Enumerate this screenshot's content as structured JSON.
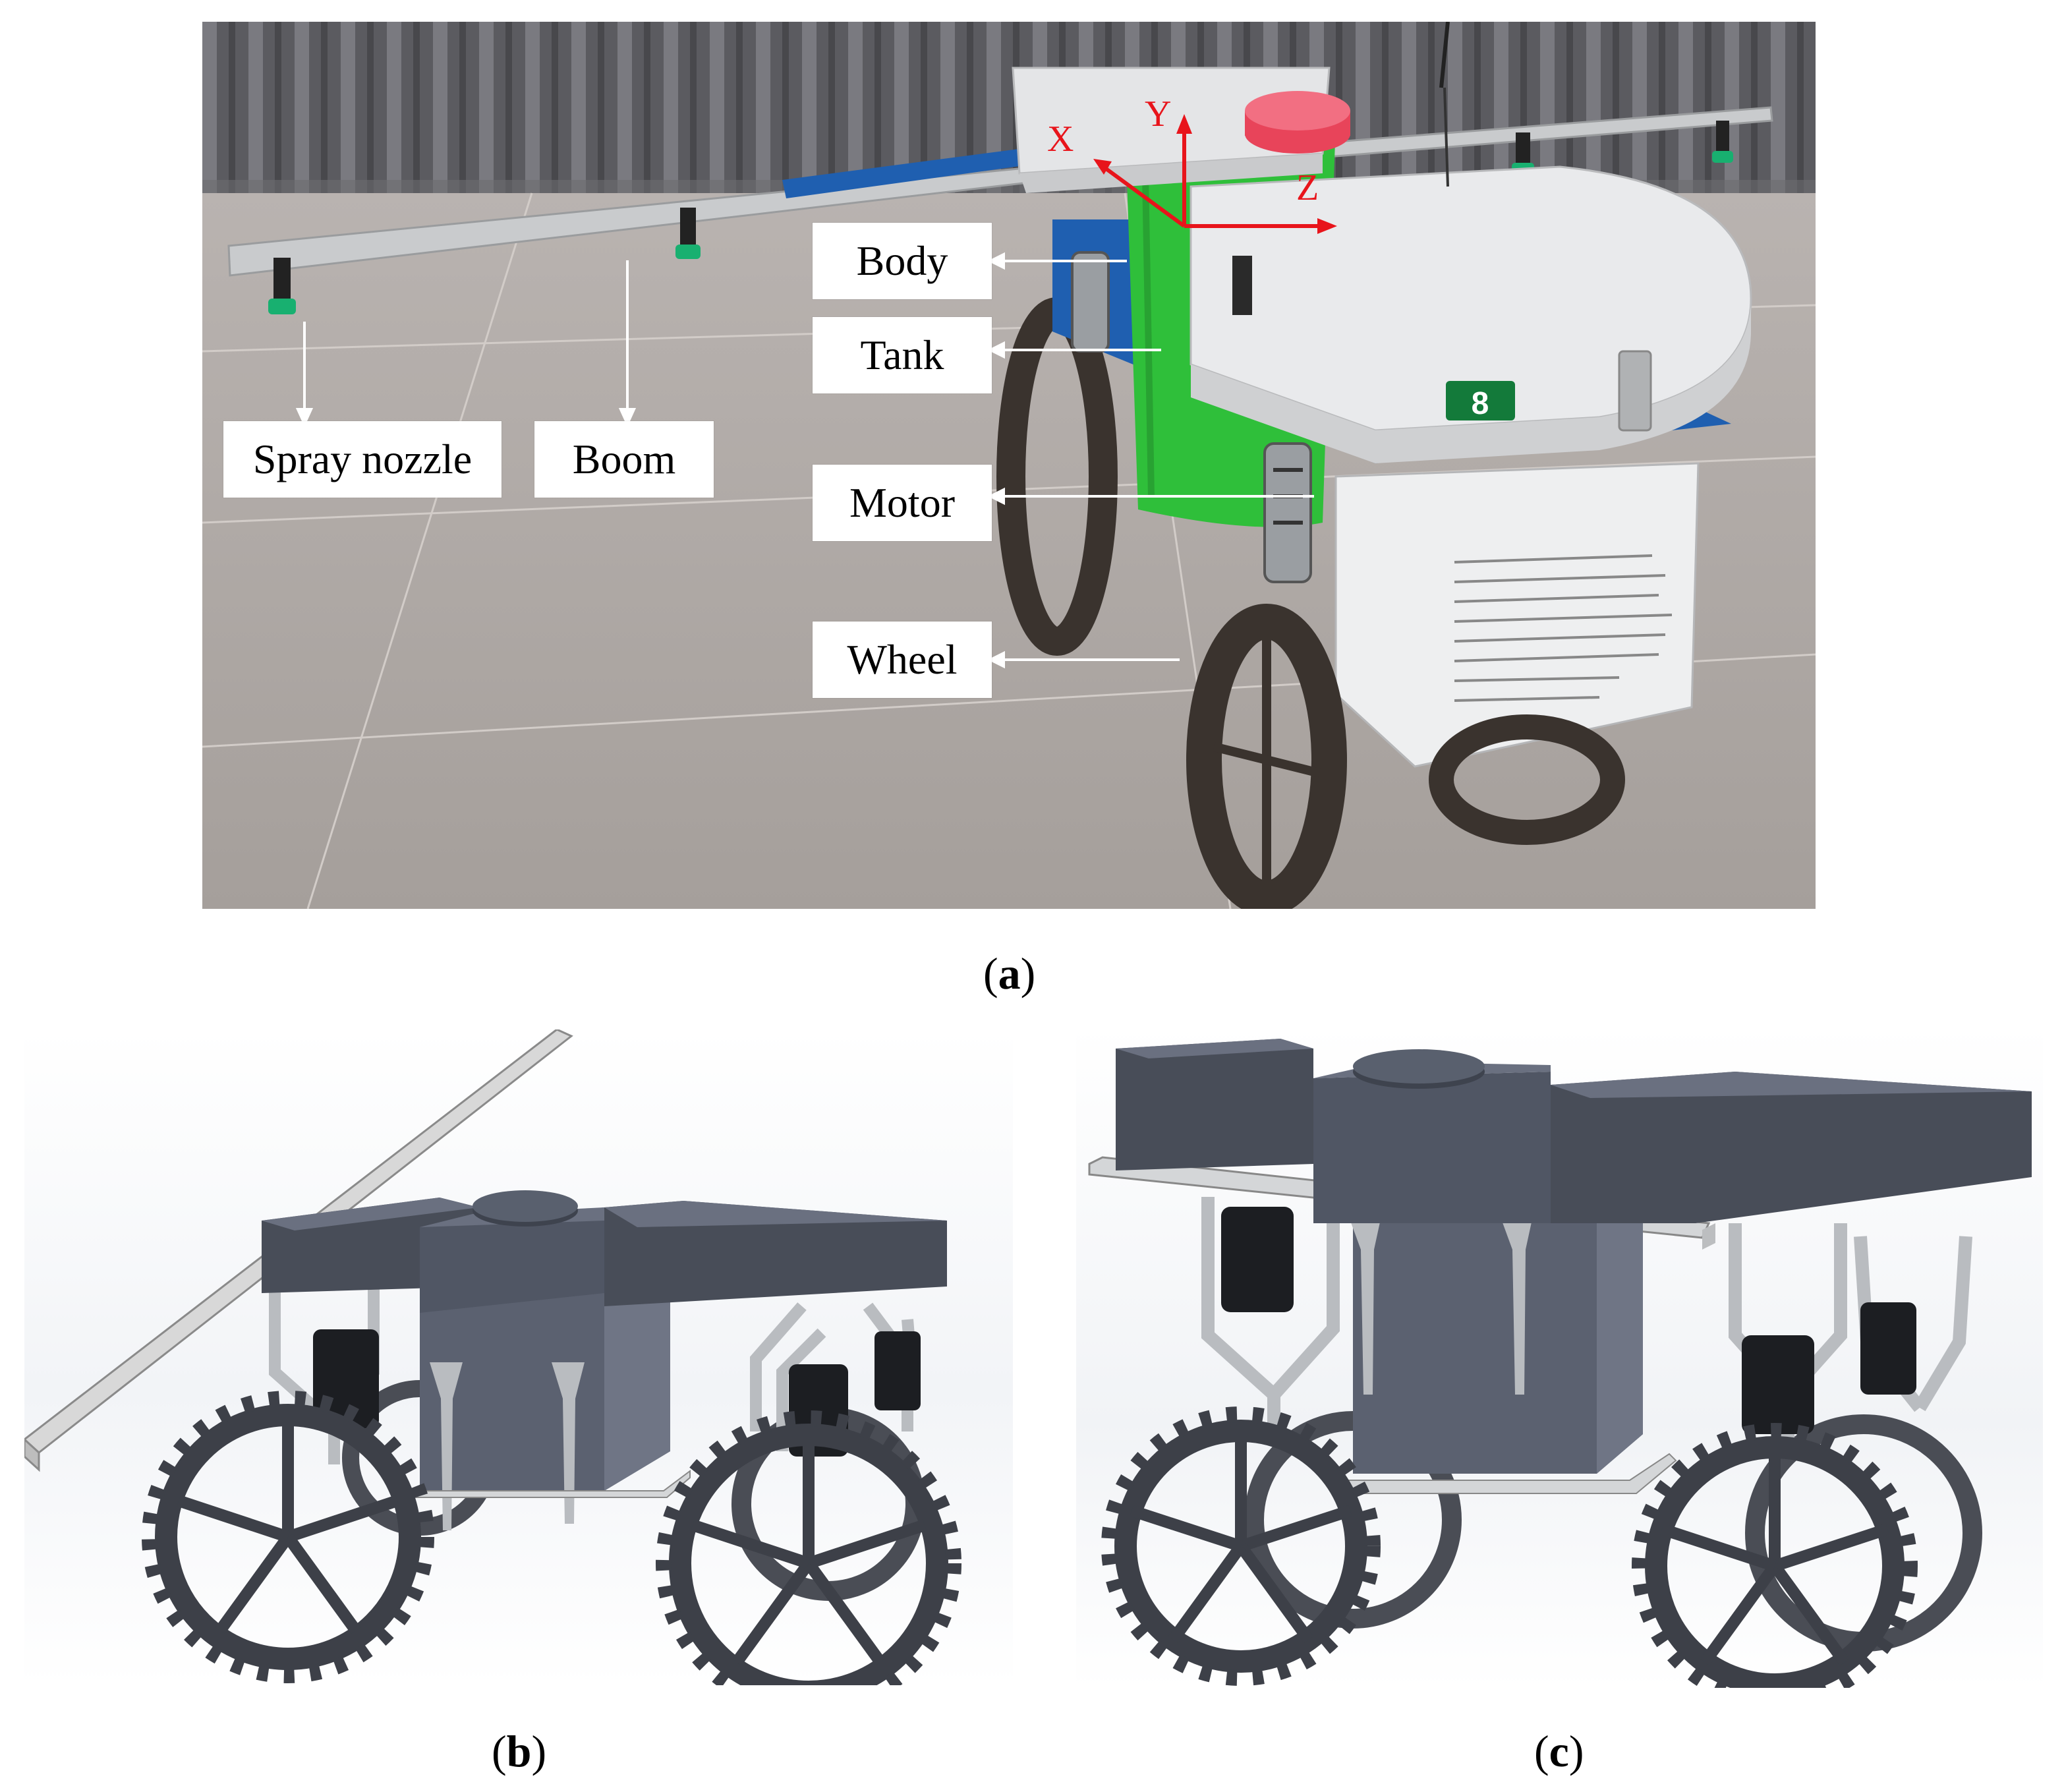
{
  "figure": {
    "panel_a": {
      "caption_open": "(",
      "caption_letter": "a",
      "caption_close": ")",
      "labels": {
        "spray_nozzle": "Spray nozzle",
        "boom": "Boom",
        "body": "Body",
        "tank": "Tank",
        "motor": "Motor",
        "wheel": "Wheel"
      },
      "axes": {
        "x": "X",
        "y": "Y",
        "z": "Z"
      },
      "plate_number": "8",
      "colors": {
        "tank": "#2fbf3a",
        "frame": "#1f5fb0",
        "cover": "#e9eaec",
        "cap": "#e8445a",
        "axis": "#e8141b"
      }
    },
    "panel_b": {
      "caption_open": "(",
      "caption_letter": "b",
      "caption_close": ")"
    },
    "panel_c": {
      "caption_open": "(",
      "caption_letter": "c",
      "caption_close": ")"
    }
  }
}
